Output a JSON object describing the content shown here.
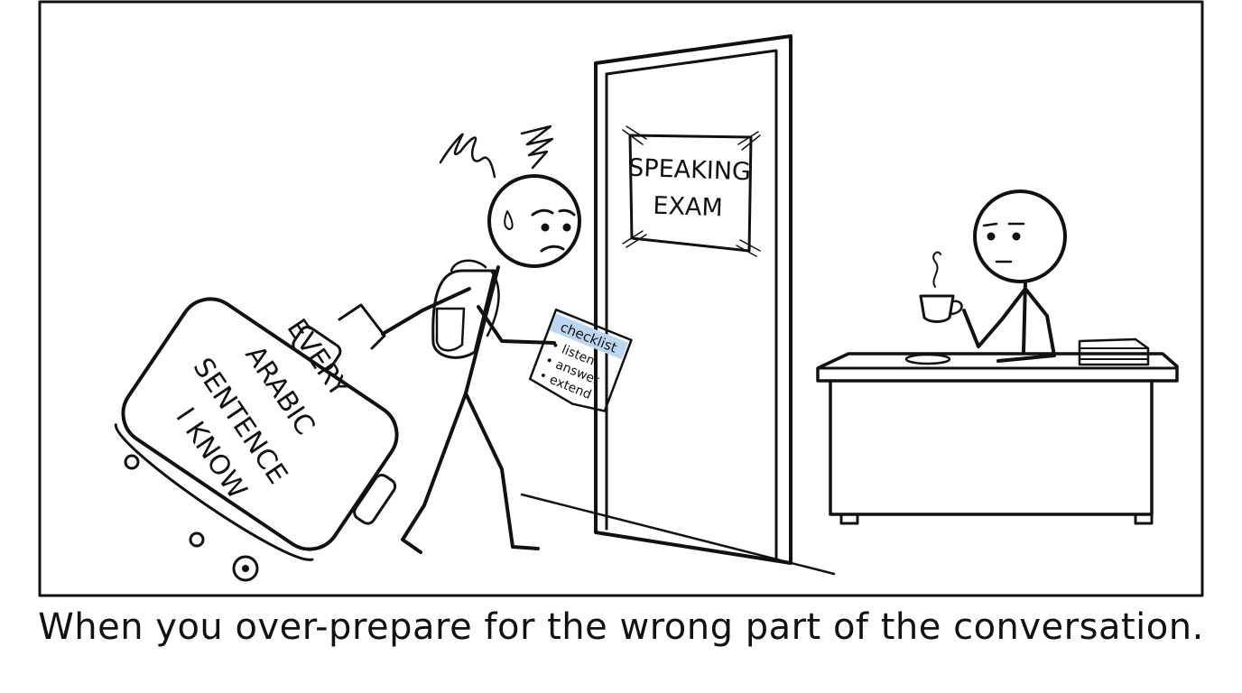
{
  "sign": {
    "line1": "SPEAKING",
    "line2": "EXAM"
  },
  "suitcase": {
    "line1": "EVERY",
    "line2": "ARABIC",
    "line3": "SENTENCE",
    "line4": "I KNOW"
  },
  "checklist": {
    "title": "checklist",
    "items": [
      "• listen",
      "• answer",
      "• extend"
    ]
  },
  "caption": "When you over-prepare for the wrong part of the conversation.",
  "colors": {
    "ink": "#111111",
    "checklist_highlight": "#bcd6f2"
  }
}
